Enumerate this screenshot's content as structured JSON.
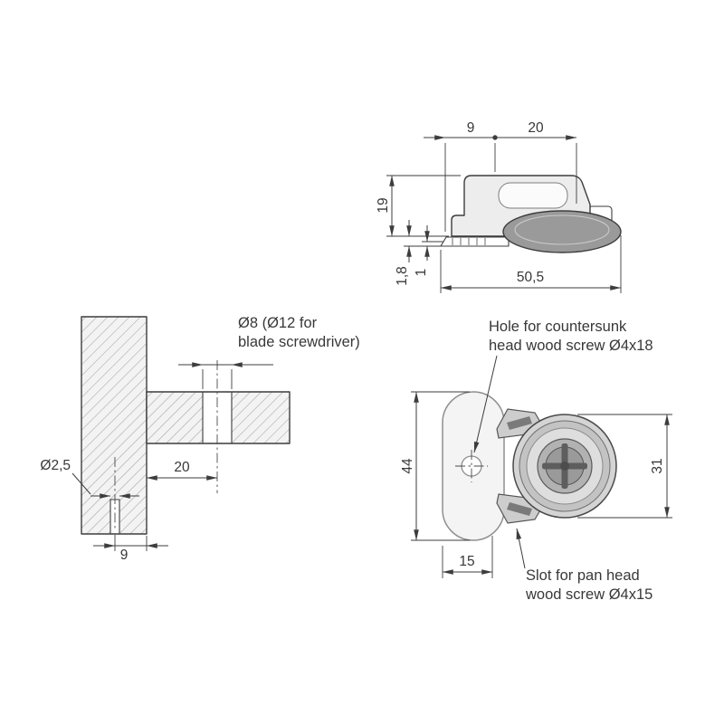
{
  "drawing": {
    "side_view": {
      "dim_9": "9",
      "dim_20": "20",
      "dim_19": "19",
      "dim_1_8": "1,8",
      "dim_1": "1",
      "dim_50_5": "50,5"
    },
    "section_view": {
      "label_line1": "Ø8 (Ø12 for",
      "label_line2": "blade screwdriver)",
      "dim_dia_2_5": "Ø2,5",
      "dim_20": "20",
      "dim_9": "9"
    },
    "front_view": {
      "label_hole_line1": "Hole for countersunk",
      "label_hole_line2": "head wood screw Ø4x18",
      "label_slot_line1": "Slot for pan head",
      "label_slot_line2": "wood screw Ø4x15",
      "dim_44": "44",
      "dim_31": "31",
      "dim_15": "15"
    },
    "colors": {
      "line": "#3d3d3d",
      "part_light": "#ededed",
      "part_mid": "#d4d4d4",
      "part_dark": "#9a9a9a",
      "plate": "#f4f4f4",
      "hatch": "#a3a3a3"
    }
  }
}
